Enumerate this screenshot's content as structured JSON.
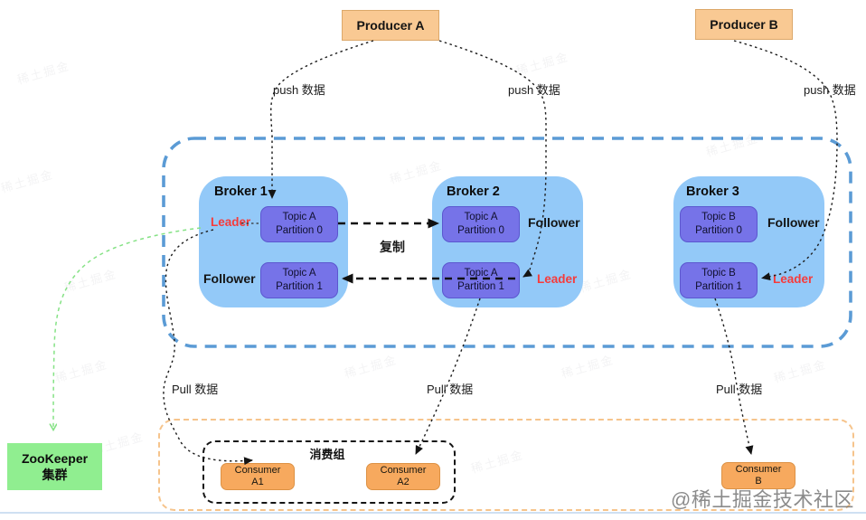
{
  "producers": [
    {
      "label": "Producer A"
    },
    {
      "label": "Producer B"
    }
  ],
  "arrows": {
    "push_a_left": "push 数据",
    "push_a_right": "push 数据",
    "push_b": "push 数据",
    "replicate": "复制",
    "pull_left": "Pull 数据",
    "pull_mid": "Pull 数据",
    "pull_right": "Pull 数据"
  },
  "brokers": [
    {
      "title": "Broker 1",
      "role_top": "Leader",
      "role_bottom": "Follower",
      "partitions": [
        {
          "topic": "Topic A",
          "partition": "Partition 0"
        },
        {
          "topic": "Topic A",
          "partition": "Partition 1"
        }
      ]
    },
    {
      "title": "Broker 2",
      "role_top": "Follower",
      "role_bottom": "Leader",
      "partitions": [
        {
          "topic": "Topic A",
          "partition": "Partition 0"
        },
        {
          "topic": "Topic A",
          "partition": "Partition 1"
        }
      ]
    },
    {
      "title": "Broker 3",
      "role_top": "Follower",
      "role_bottom": "Leader",
      "partitions": [
        {
          "topic": "Topic B",
          "partition": "Partition 0"
        },
        {
          "topic": "Topic B",
          "partition": "Partition 1"
        }
      ]
    }
  ],
  "zookeeper": {
    "line1": "ZooKeeper",
    "line2": "集群"
  },
  "consumer_group": {
    "label": "消费组",
    "consumers": [
      {
        "line1": "Consumer",
        "line2": "A1"
      },
      {
        "line1": "Consumer",
        "line2": "A2"
      }
    ]
  },
  "consumer_b": {
    "line1": "Consumer",
    "line2": "B"
  },
  "watermark": "@稀土掘金技术社区",
  "watermark_tile": "稀土掘金",
  "colors": {
    "producer_fill": "#f9c993",
    "broker_fill": "#93c9f8",
    "partition_fill": "#7673e8",
    "cluster_border": "#5b9bd5",
    "consumer_fill": "#f7a95e",
    "consumer_group_border": "#f6c48c",
    "zookeeper_fill": "#90ee90",
    "leader_red": "#f63b3b",
    "zookeeper_arrow_green": "#85e285"
  }
}
